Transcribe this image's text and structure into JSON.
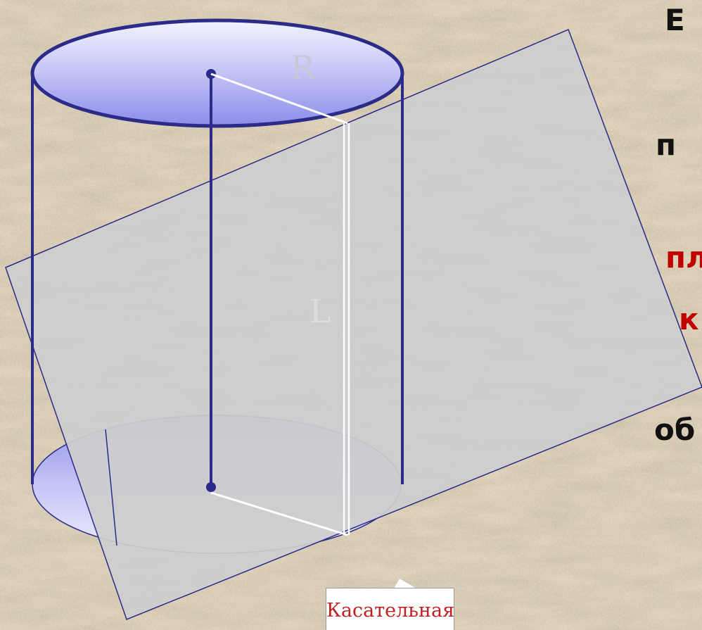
{
  "labels": {
    "radius": "R",
    "generatrix": "L"
  },
  "side_text": {
    "line1": "Е",
    "line2": "п",
    "line3": "пл",
    "line4": "к",
    "line5": "об"
  },
  "callout": {
    "label": "Касательная"
  },
  "colors": {
    "background": "#d9ccb4",
    "cylinder_outline": "#2b2b8a",
    "cylinder_fill": "#a9a9f0",
    "plane_fill": "#cdcdcd",
    "plane_outline": "#2b2b8a",
    "highlight_text": "#c00000",
    "callout_text": "#c02020"
  }
}
